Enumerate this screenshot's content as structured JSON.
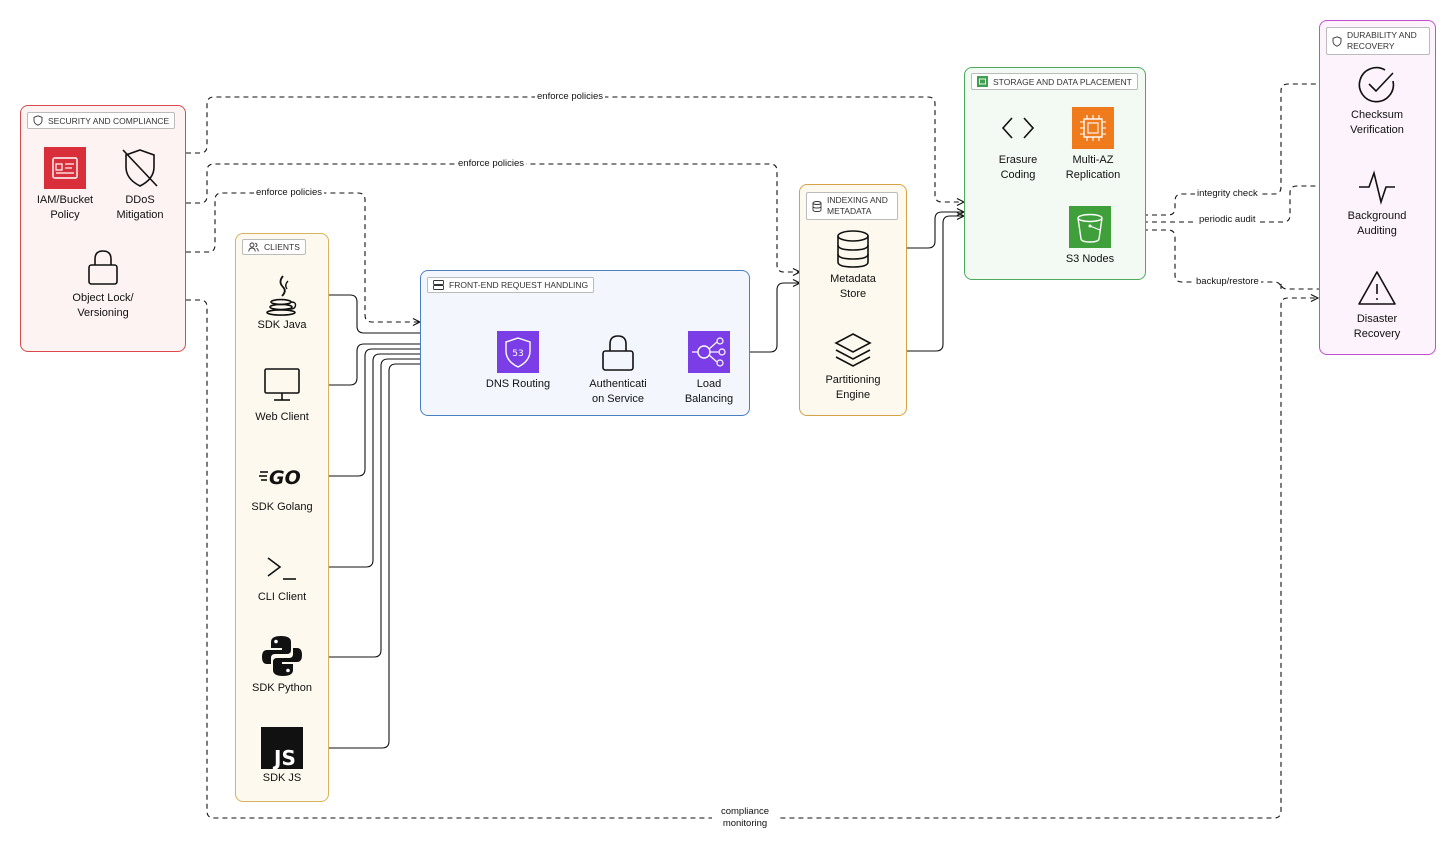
{
  "groups": {
    "security": {
      "title": "SECURITY AND COMPLIANCE",
      "color": "#d94b4b"
    },
    "clients": {
      "title": "CLIENTS",
      "color": "#d6b35c"
    },
    "frontend": {
      "title": "FRONT-END REQUEST HANDLING",
      "color": "#4a7fc1"
    },
    "indexing": {
      "title": "INDEXING AND METADATA",
      "color": "#d6a344"
    },
    "storage": {
      "title": "STORAGE AND DATA PLACEMENT",
      "color": "#4daa5d"
    },
    "durability": {
      "title": "DURABILITY AND RECOVERY",
      "color": "#c24fd1"
    }
  },
  "nodes": {
    "iam": {
      "label": "IAM/Bucket Policy",
      "icon": "iam-icon"
    },
    "ddos": {
      "label": "DDoS Mitigation",
      "icon": "shield-off-icon"
    },
    "objectlock": {
      "label": "Object Lock/Versioning",
      "icon": "lock-icon"
    },
    "sdkjava": {
      "label": "SDK Java",
      "icon": "java-icon"
    },
    "webclient": {
      "label": "Web Client",
      "icon": "monitor-icon"
    },
    "sdkgolang": {
      "label": "SDK Golang",
      "icon": "go-icon"
    },
    "cliclient": {
      "label": "CLI Client",
      "icon": "terminal-icon"
    },
    "sdkpython": {
      "label": "SDK Python",
      "icon": "python-icon"
    },
    "sdkjs": {
      "label": "SDK JS",
      "icon": "js-icon"
    },
    "dns": {
      "label": "DNS Routing",
      "icon": "route53-icon"
    },
    "auth": {
      "label": "Authentication Service",
      "icon": "lock-icon"
    },
    "lb": {
      "label": "Load Balancing",
      "icon": "load-balancer-icon"
    },
    "metadata": {
      "label": "Metadata Store",
      "icon": "database-icon"
    },
    "partition": {
      "label": "Partitioning Engine",
      "icon": "layers-icon"
    },
    "erasure": {
      "label": "Erasure Coding",
      "icon": "code-icon"
    },
    "multiaz": {
      "label": "Multi-AZ Replication",
      "icon": "ec2-icon"
    },
    "s3nodes": {
      "label": "S3 Nodes",
      "icon": "s3-bucket-icon"
    },
    "checksum": {
      "label": "Checksum Verification",
      "icon": "check-circle-icon"
    },
    "auditing": {
      "label": "Background Auditing",
      "icon": "activity-icon"
    },
    "recovery": {
      "label": "Disaster Recovery",
      "icon": "alert-triangle-icon"
    }
  },
  "edge_labels": {
    "enforce1": "enforce policies",
    "enforce2": "enforce policies",
    "enforce3": "enforce policies",
    "integrity": "integrity check",
    "audit": "periodic audit",
    "backup": "backup/restore",
    "compliance": "compliance monitoring"
  }
}
